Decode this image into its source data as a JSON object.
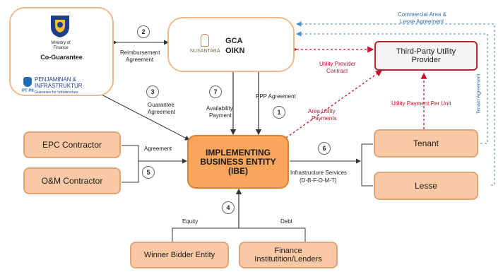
{
  "entities": {
    "ministry": "Ministry of Finance",
    "co_guarantee": "Co-Guarantee",
    "ptpii_logo": "PT PII",
    "ptpii_name": "PENJAMINAN &",
    "ptpii_name2": "INFRASTRUKTUR",
    "ptpii_tagline": "Guarantee for Infrastructure",
    "nusantara": "NUSANTARA",
    "gca_line1": "GCA",
    "gca_line2": "OIKN",
    "third_party": "Third-Party Utility Provider",
    "epc": "EPC Contractor",
    "om": "O&M Contractor",
    "ibe_line1": "IMPLEMENTING",
    "ibe_line2": "BUSINESS ENTITY",
    "ibe_line3": "(IBE)",
    "tenant": "Tenant",
    "lesse": "Lesse",
    "winner": "Winner Bidder Entity",
    "finance_line1": "Finance",
    "finance_line2": "Institutition/Lenders"
  },
  "labels": {
    "reimbursement_1": "Reimbursement",
    "reimbursement_2": "Agreement",
    "guarantee_1": "Guarantee",
    "guarantee_2": "Agreement",
    "availability_1": "Availability",
    "availability_2": "Payment",
    "ppp": "PPP Agreement",
    "utility_contract_1": "Utility Provider",
    "utility_contract_2": "Contract",
    "area_utility_1": "Area Utility",
    "area_utility_2": "Payments",
    "utility_payment": "Utility Payment Per Unit",
    "commercial_1": "Commercial Area &",
    "commercial_2": "Lesse Agreement",
    "tenant_agreement": "Tenant Agreement",
    "agreement": "Agreement",
    "infra_1": "Infrastructure Services",
    "infra_2": "(D-B-F-O-M-T)",
    "equity": "Equity",
    "debt": "Debt"
  },
  "steps": [
    "1",
    "2",
    "3",
    "4",
    "5",
    "6",
    "7"
  ],
  "colors": {
    "orange_fill": "#f8c9a4",
    "ibe_fill": "#f7a65c",
    "red": "#c8102e",
    "blue_dashed": "#4a90c8",
    "arrow": "#333333"
  }
}
